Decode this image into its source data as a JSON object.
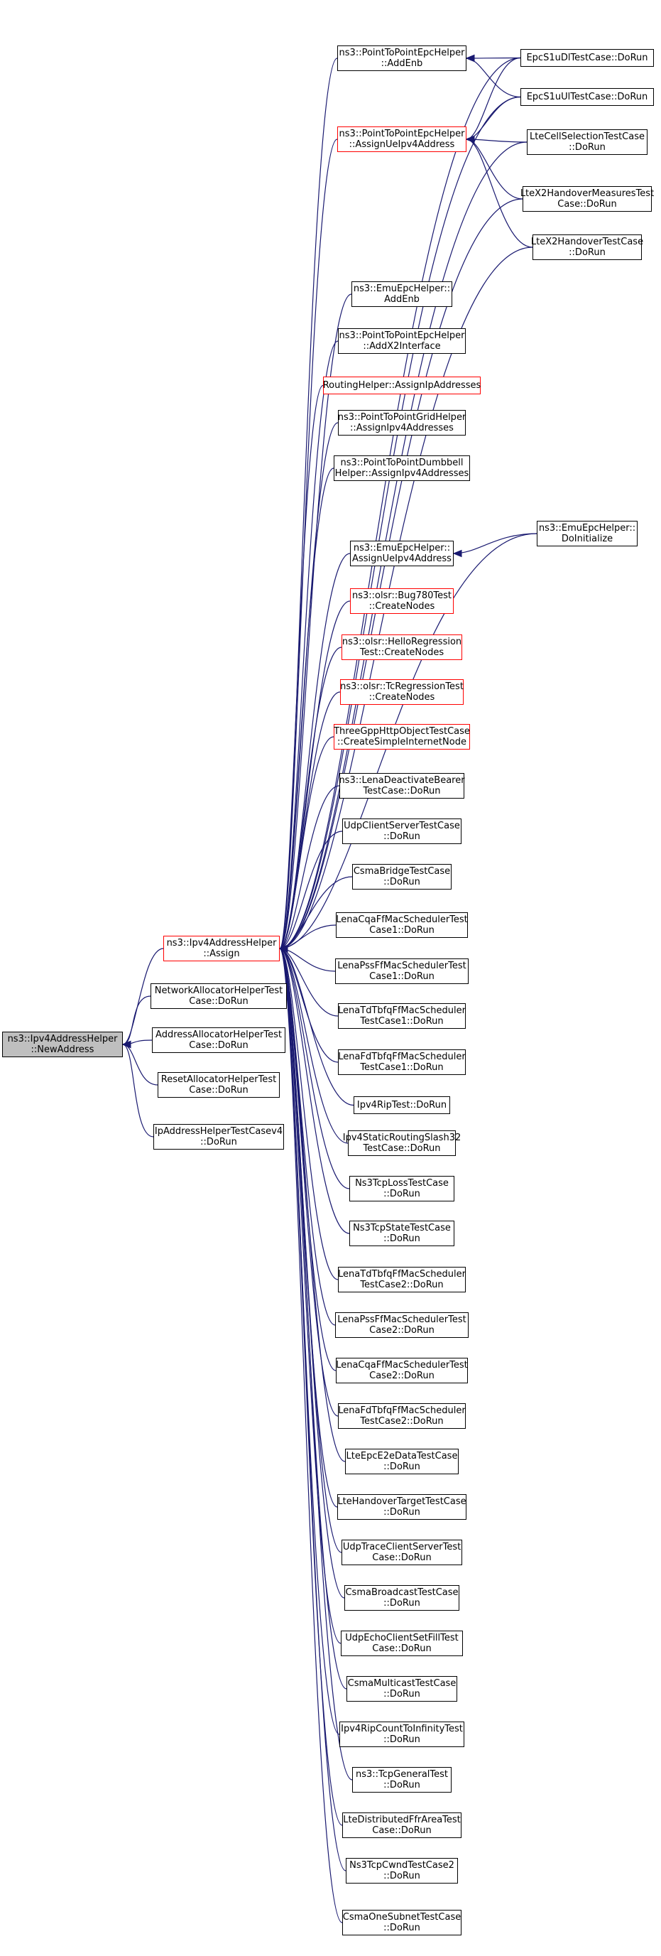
{
  "colors": {
    "edge": "#191970",
    "node_border": "#000000",
    "node_border_incomplete": "#ff0000",
    "current_fill": "#bfbfbf"
  },
  "nodes": {
    "n0": {
      "lines": [
        "ns3::Ipv4AddressHelper",
        "::NewAddress"
      ],
      "style": "current"
    },
    "n1": {
      "lines": [
        "ns3::Ipv4AddressHelper",
        "::Assign"
      ],
      "style": "red"
    },
    "n2": {
      "lines": [
        "NetworkAllocatorHelperTest",
        "Case::DoRun"
      ],
      "style": "normal"
    },
    "n3": {
      "lines": [
        "AddressAllocatorHelperTest",
        "Case::DoRun"
      ],
      "style": "normal"
    },
    "n4": {
      "lines": [
        "ResetAllocatorHelperTest",
        "Case::DoRun"
      ],
      "style": "normal"
    },
    "n5": {
      "lines": [
        "IpAddressHelperTestCasev4",
        "::DoRun"
      ],
      "style": "normal"
    },
    "n6": {
      "lines": [
        "ns3::PointToPointEpcHelper",
        "::AddEnb"
      ],
      "style": "normal"
    },
    "n7": {
      "lines": [
        "ns3::PointToPointEpcHelper",
        "::AssignUeIpv4Address"
      ],
      "style": "red"
    },
    "n8": {
      "lines": [
        "ns3::EmuEpcHelper::",
        "AddEnb"
      ],
      "style": "normal"
    },
    "n9": {
      "lines": [
        "ns3::PointToPointEpcHelper",
        "::AddX2Interface"
      ],
      "style": "normal"
    },
    "n10": {
      "lines": [
        "RoutingHelper::AssignIpAddresses"
      ],
      "style": "red"
    },
    "n11": {
      "lines": [
        "ns3::PointToPointGridHelper",
        "::AssignIpv4Addresses"
      ],
      "style": "normal"
    },
    "n12": {
      "lines": [
        "ns3::PointToPointDumbbell",
        "Helper::AssignIpv4Addresses"
      ],
      "style": "normal"
    },
    "n13": {
      "lines": [
        "ns3::EmuEpcHelper::",
        "AssignUeIpv4Address"
      ],
      "style": "normal"
    },
    "n14": {
      "lines": [
        "ns3::olsr::Bug780Test",
        "::CreateNodes"
      ],
      "style": "red"
    },
    "n15": {
      "lines": [
        "ns3::olsr::HelloRegression",
        "Test::CreateNodes"
      ],
      "style": "red"
    },
    "n16": {
      "lines": [
        "ns3::olsr::TcRegressionTest",
        "::CreateNodes"
      ],
      "style": "red"
    },
    "n17": {
      "lines": [
        "ThreeGppHttpObjectTestCase",
        "::CreateSimpleInternetNode"
      ],
      "style": "red"
    },
    "n18": {
      "lines": [
        "ns3::LenaDeactivateBearer",
        "TestCase::DoRun"
      ],
      "style": "normal"
    },
    "n19": {
      "lines": [
        "UdpClientServerTestCase",
        "::DoRun"
      ],
      "style": "normal"
    },
    "n20": {
      "lines": [
        "CsmaBridgeTestCase",
        "::DoRun"
      ],
      "style": "normal"
    },
    "n21": {
      "lines": [
        "LenaCqaFfMacSchedulerTest",
        "Case1::DoRun"
      ],
      "style": "normal"
    },
    "n22": {
      "lines": [
        "LenaPssFfMacSchedulerTest",
        "Case1::DoRun"
      ],
      "style": "normal"
    },
    "n23": {
      "lines": [
        "LenaTdTbfqFfMacScheduler",
        "TestCase1::DoRun"
      ],
      "style": "normal"
    },
    "n24": {
      "lines": [
        "LenaFdTbfqFfMacScheduler",
        "TestCase1::DoRun"
      ],
      "style": "normal"
    },
    "n25": {
      "lines": [
        "Ipv4RipTest::DoRun"
      ],
      "style": "normal"
    },
    "n26": {
      "lines": [
        "Ipv4StaticRoutingSlash32",
        "TestCase::DoRun"
      ],
      "style": "normal"
    },
    "n27": {
      "lines": [
        "Ns3TcpLossTestCase",
        "::DoRun"
      ],
      "style": "normal"
    },
    "n28": {
      "lines": [
        "Ns3TcpStateTestCase",
        "::DoRun"
      ],
      "style": "normal"
    },
    "n29": {
      "lines": [
        "LenaTdTbfqFfMacScheduler",
        "TestCase2::DoRun"
      ],
      "style": "normal"
    },
    "n30": {
      "lines": [
        "LenaPssFfMacSchedulerTest",
        "Case2::DoRun"
      ],
      "style": "normal"
    },
    "n31": {
      "lines": [
        "LenaCqaFfMacSchedulerTest",
        "Case2::DoRun"
      ],
      "style": "normal"
    },
    "n32": {
      "lines": [
        "LenaFdTbfqFfMacScheduler",
        "TestCase2::DoRun"
      ],
      "style": "normal"
    },
    "n33": {
      "lines": [
        "LteEpcE2eDataTestCase",
        "::DoRun"
      ],
      "style": "normal"
    },
    "n34": {
      "lines": [
        "LteHandoverTargetTestCase",
        "::DoRun"
      ],
      "style": "normal"
    },
    "n35": {
      "lines": [
        "UdpTraceClientServerTest",
        "Case::DoRun"
      ],
      "style": "normal"
    },
    "n36": {
      "lines": [
        "CsmaBroadcastTestCase",
        "::DoRun"
      ],
      "style": "normal"
    },
    "n37": {
      "lines": [
        "UdpEchoClientSetFillTest",
        "Case::DoRun"
      ],
      "style": "normal"
    },
    "n38": {
      "lines": [
        "CsmaMulticastTestCase",
        "::DoRun"
      ],
      "style": "normal"
    },
    "n39": {
      "lines": [
        "Ipv4RipCountToInfinityTest",
        "::DoRun"
      ],
      "style": "normal"
    },
    "n40": {
      "lines": [
        "ns3::TcpGeneralTest",
        "::DoRun"
      ],
      "style": "normal"
    },
    "n41": {
      "lines": [
        "LteDistributedFfrAreaTest",
        "Case::DoRun"
      ],
      "style": "normal"
    },
    "n42": {
      "lines": [
        "Ns3TcpCwndTestCase2",
        "::DoRun"
      ],
      "style": "normal"
    },
    "n43": {
      "lines": [
        "CsmaOneSubnetTestCase",
        "::DoRun"
      ],
      "style": "normal"
    },
    "n44": {
      "lines": [
        "EpcS1uDlTestCase::DoRun"
      ],
      "style": "normal"
    },
    "n45": {
      "lines": [
        "EpcS1uUlTestCase::DoRun"
      ],
      "style": "normal"
    },
    "n46": {
      "lines": [
        "LteCellSelectionTestCase",
        "::DoRun"
      ],
      "style": "normal"
    },
    "n47": {
      "lines": [
        "LteX2HandoverMeasuresTest",
        "Case::DoRun"
      ],
      "style": "normal"
    },
    "n48": {
      "lines": [
        "LteX2HandoverTestCase",
        "::DoRun"
      ],
      "style": "normal"
    },
    "n49": {
      "lines": [
        "ns3::EmuEpcHelper::",
        "DoInitialize"
      ],
      "style": "normal"
    }
  },
  "edges": [
    [
      "n1",
      "n0"
    ],
    [
      "n2",
      "n0"
    ],
    [
      "n3",
      "n0"
    ],
    [
      "n4",
      "n0"
    ],
    [
      "n5",
      "n0"
    ],
    [
      "n6",
      "n1"
    ],
    [
      "n7",
      "n1"
    ],
    [
      "n8",
      "n1"
    ],
    [
      "n9",
      "n1"
    ],
    [
      "n10",
      "n1"
    ],
    [
      "n11",
      "n1"
    ],
    [
      "n12",
      "n1"
    ],
    [
      "n13",
      "n1"
    ],
    [
      "n14",
      "n1"
    ],
    [
      "n15",
      "n1"
    ],
    [
      "n16",
      "n1"
    ],
    [
      "n17",
      "n1"
    ],
    [
      "n18",
      "n1"
    ],
    [
      "n19",
      "n1"
    ],
    [
      "n20",
      "n1"
    ],
    [
      "n21",
      "n1"
    ],
    [
      "n22",
      "n1"
    ],
    [
      "n23",
      "n1"
    ],
    [
      "n24",
      "n1"
    ],
    [
      "n25",
      "n1"
    ],
    [
      "n26",
      "n1"
    ],
    [
      "n27",
      "n1"
    ],
    [
      "n28",
      "n1"
    ],
    [
      "n29",
      "n1"
    ],
    [
      "n30",
      "n1"
    ],
    [
      "n31",
      "n1"
    ],
    [
      "n32",
      "n1"
    ],
    [
      "n33",
      "n1"
    ],
    [
      "n34",
      "n1"
    ],
    [
      "n35",
      "n1"
    ],
    [
      "n36",
      "n1"
    ],
    [
      "n37",
      "n1"
    ],
    [
      "n38",
      "n1"
    ],
    [
      "n39",
      "n1"
    ],
    [
      "n40",
      "n1"
    ],
    [
      "n41",
      "n1"
    ],
    [
      "n42",
      "n1"
    ],
    [
      "n43",
      "n1"
    ],
    [
      "n44",
      "n1"
    ],
    [
      "n45",
      "n1"
    ],
    [
      "n46",
      "n1"
    ],
    [
      "n47",
      "n1"
    ],
    [
      "n48",
      "n1"
    ],
    [
      "n49",
      "n1"
    ],
    [
      "n44",
      "n6"
    ],
    [
      "n45",
      "n6"
    ],
    [
      "n44",
      "n7"
    ],
    [
      "n45",
      "n7"
    ],
    [
      "n46",
      "n7"
    ],
    [
      "n47",
      "n7"
    ],
    [
      "n48",
      "n7"
    ],
    [
      "n49",
      "n13"
    ]
  ]
}
